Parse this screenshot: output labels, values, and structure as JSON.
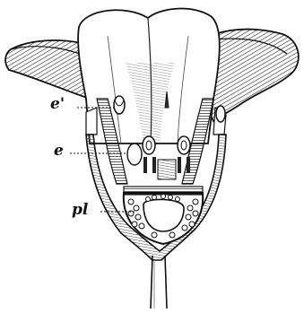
{
  "labels": {
    "e_prime": "e'",
    "e": "e",
    "pl": "pl"
  },
  "colors": {
    "ink": "#111111",
    "paper": "#ffffff",
    "shade": "#555555"
  }
}
